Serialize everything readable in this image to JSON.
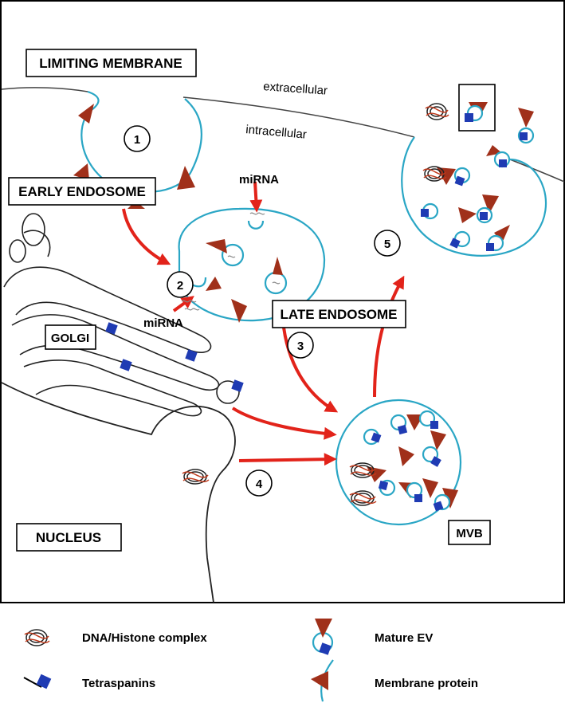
{
  "labels": {
    "limiting_membrane": "LIMITING MEMBRANE",
    "extracellular": "extracellular",
    "intracellular": "intracellular",
    "early_endosome": "EARLY ENDOSOME",
    "late_endosome": "LATE ENDOSOME",
    "golgi": "GOLGI",
    "nucleus": "NUCLEUS",
    "mvb": "MVB",
    "mirna_top": "miRNA",
    "mirna_left": "miRNA"
  },
  "steps": [
    "1",
    "2",
    "3",
    "4",
    "5"
  ],
  "legend": {
    "dna_histone": "DNA/Histone complex",
    "mature_ev": "Mature EV",
    "tetraspanins": "Tetraspanins",
    "membrane_protein": "Membrane protein"
  },
  "colors": {
    "membrane": "#2aa6c5",
    "arrow": "#e2231a",
    "protein": "#a0301a",
    "tetraspanin": "#1f3bb3"
  }
}
